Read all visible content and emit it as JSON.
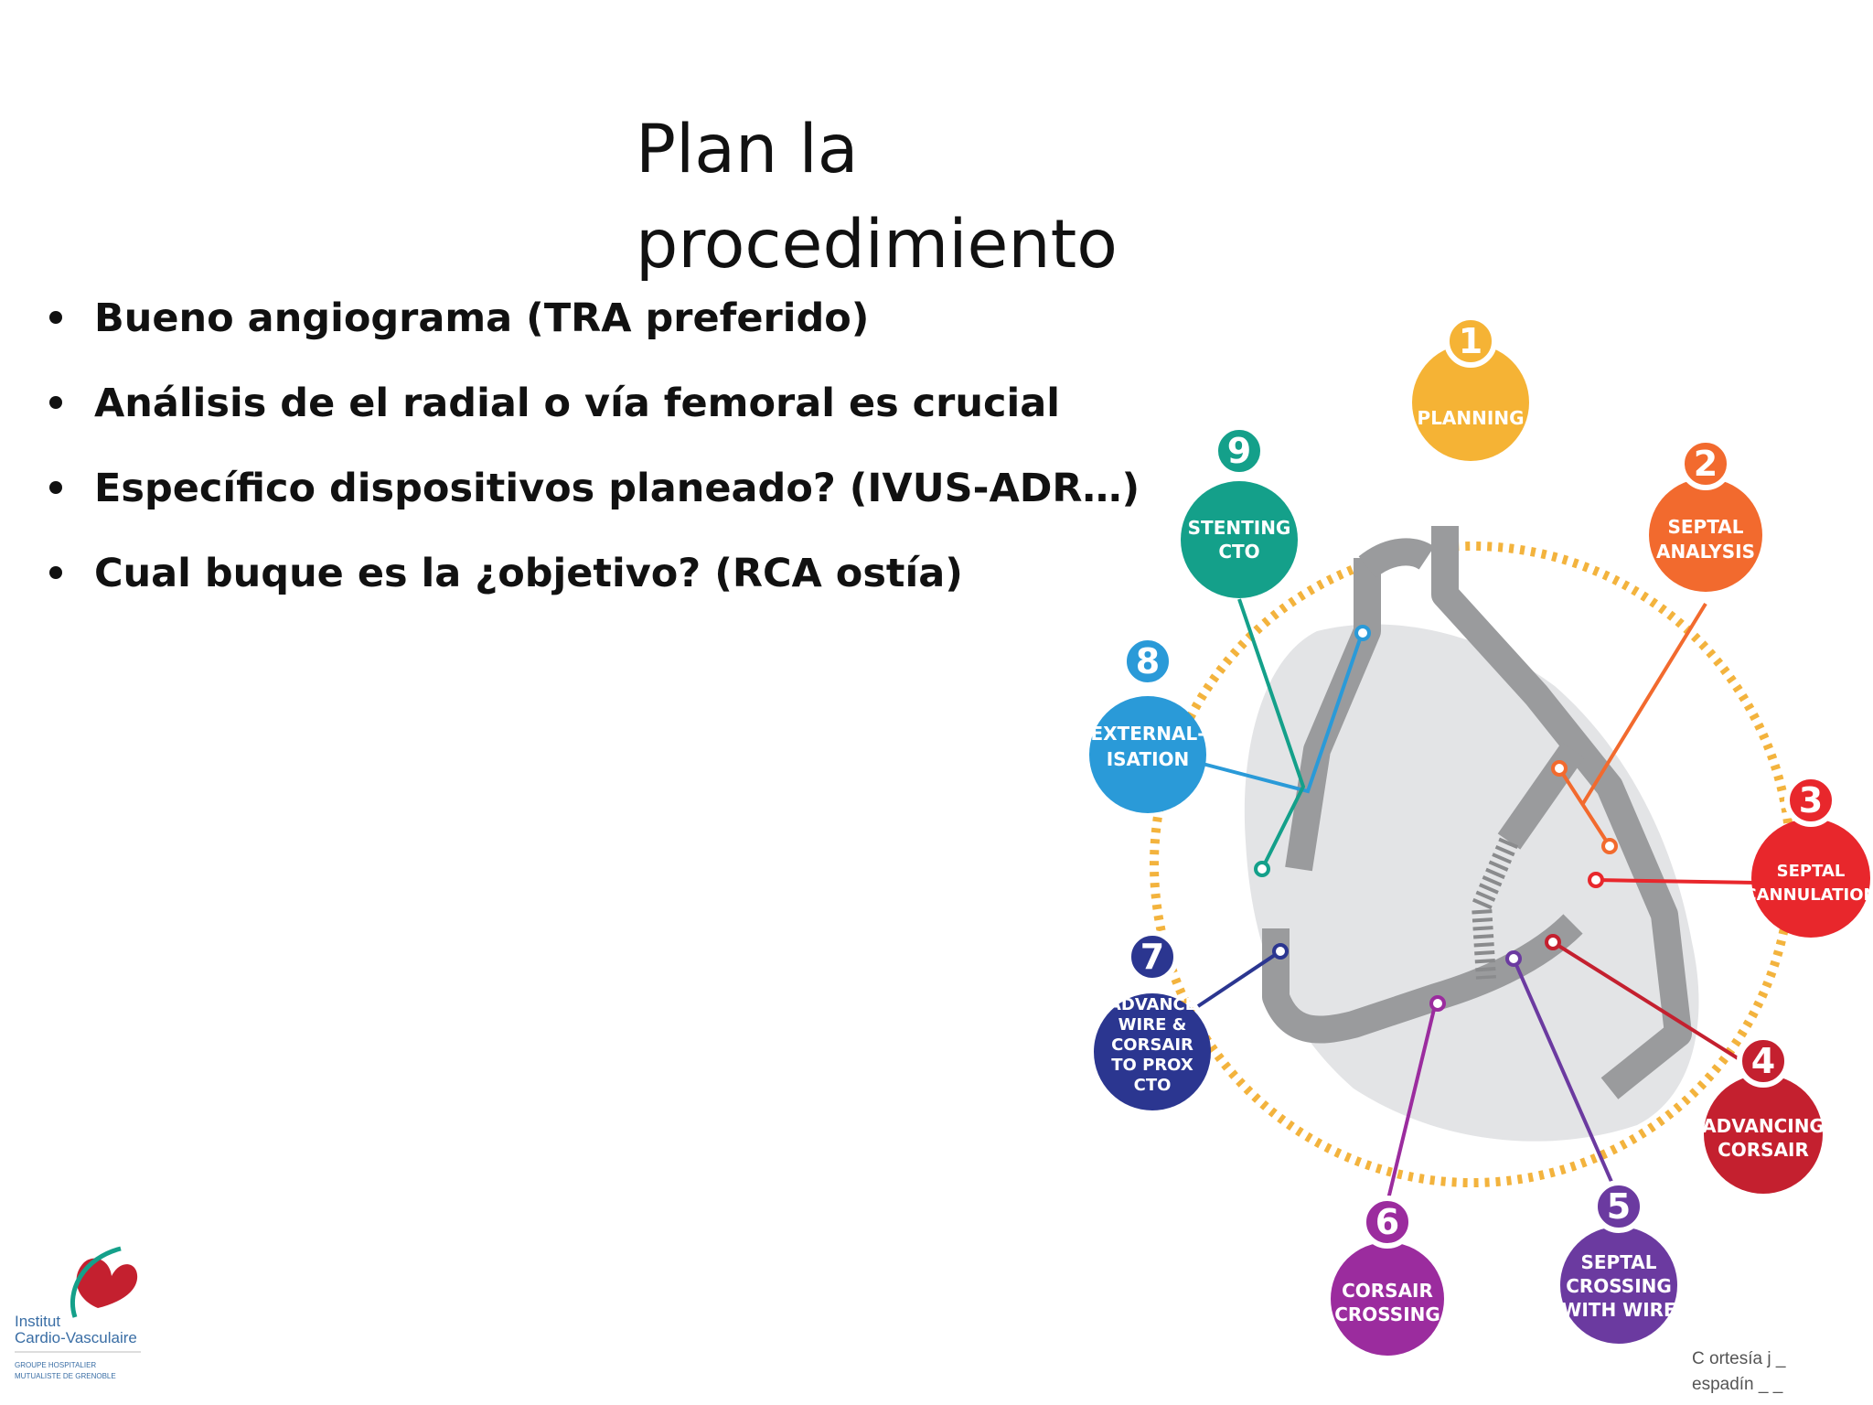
{
  "title": {
    "line1": "Plan la",
    "line2": "procedimiento"
  },
  "bullets": [
    "Bueno angiograma (TRA preferido)",
    "Análisis de el radial o vía femoral es crucial",
    "Específico dispositivos planeado? (IVUS-ADR…)",
    "Cual buque es la ¿objetivo? (RCA ostía)"
  ],
  "steps": [
    {
      "num": "1",
      "lines": [
        "PLANNING"
      ],
      "color": "#f5b335"
    },
    {
      "num": "2",
      "lines": [
        "SEPTAL",
        "ANALYSIS"
      ],
      "color": "#f26a2e"
    },
    {
      "num": "3",
      "lines": [
        "SEPTAL",
        "CANNULATION"
      ],
      "color": "#e8272c"
    },
    {
      "num": "4",
      "lines": [
        "ADVANCING",
        "CORSAIR"
      ],
      "color": "#c4202f"
    },
    {
      "num": "5",
      "lines": [
        "SEPTAL",
        "CROSSING",
        "WITH WIRE"
      ],
      "color": "#6b3aa0"
    },
    {
      "num": "6",
      "lines": [
        "CORSAIR",
        "CROSSING"
      ],
      "color": "#9b2c9e"
    },
    {
      "num": "7",
      "lines": [
        "ADVANCE",
        "WIRE &",
        "CORSAIR",
        "TO PROX",
        "CTO"
      ],
      "color": "#2b3690"
    },
    {
      "num": "8",
      "lines": [
        "EXTERNAL-",
        "ISATION"
      ],
      "color": "#2a9ad8"
    },
    {
      "num": "9",
      "lines": [
        "STENTING",
        "CTO"
      ],
      "color": "#14a08a"
    }
  ],
  "credit": {
    "line1": "C ortesía j _",
    "line2": "espadín _ _"
  },
  "logo": {
    "line1": "Institut",
    "line2": "Cardio-Vasculaire",
    "line3": "GROUPE HOSPITALIER",
    "line4": "MUTUALISTE DE GRENOBLE"
  }
}
